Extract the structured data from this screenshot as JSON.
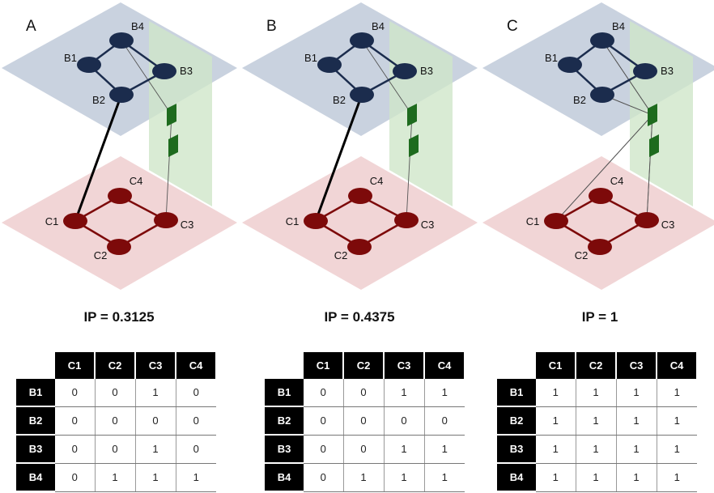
{
  "panels": [
    {
      "letter": "A",
      "ip_text": "IP = 0.3125",
      "bold_link": [
        "B2",
        "C1"
      ],
      "thin_links": [
        [
          "B4",
          "C3"
        ]
      ],
      "matrix": [
        [
          0,
          0,
          1,
          0
        ],
        [
          0,
          0,
          0,
          0
        ],
        [
          0,
          0,
          1,
          0
        ],
        [
          0,
          1,
          1,
          1
        ]
      ]
    },
    {
      "letter": "B",
      "ip_text": "IP = 0.4375",
      "bold_link": [
        "B2",
        "C1"
      ],
      "thin_links": [
        [
          "B4",
          "C3"
        ]
      ],
      "matrix": [
        [
          0,
          0,
          1,
          1
        ],
        [
          0,
          0,
          0,
          0
        ],
        [
          0,
          0,
          1,
          1
        ],
        [
          0,
          1,
          1,
          1
        ]
      ]
    },
    {
      "letter": "C",
      "ip_text": "IP = 1",
      "bold_link": null,
      "thin_links": [
        [
          "B4",
          "C1"
        ],
        [
          "B4",
          "C3"
        ],
        [
          "B2",
          "C1"
        ],
        [
          "B2",
          "C3"
        ]
      ],
      "matrix": [
        [
          1,
          1,
          1,
          1
        ],
        [
          1,
          1,
          1,
          1
        ],
        [
          1,
          1,
          1,
          1
        ],
        [
          1,
          1,
          1,
          1
        ]
      ]
    }
  ],
  "b_nodes": [
    "B1",
    "B2",
    "B3",
    "B4"
  ],
  "c_nodes": [
    "C1",
    "C2",
    "C3",
    "C4"
  ],
  "colors": {
    "top_plane": "#c9d2df",
    "bottom_plane": "#f0d3d4",
    "b_node": "#1b2c4d",
    "c_node": "#7d0a0a",
    "side_plane": "#cfe6c9",
    "gateway": "#1e6b1e"
  }
}
